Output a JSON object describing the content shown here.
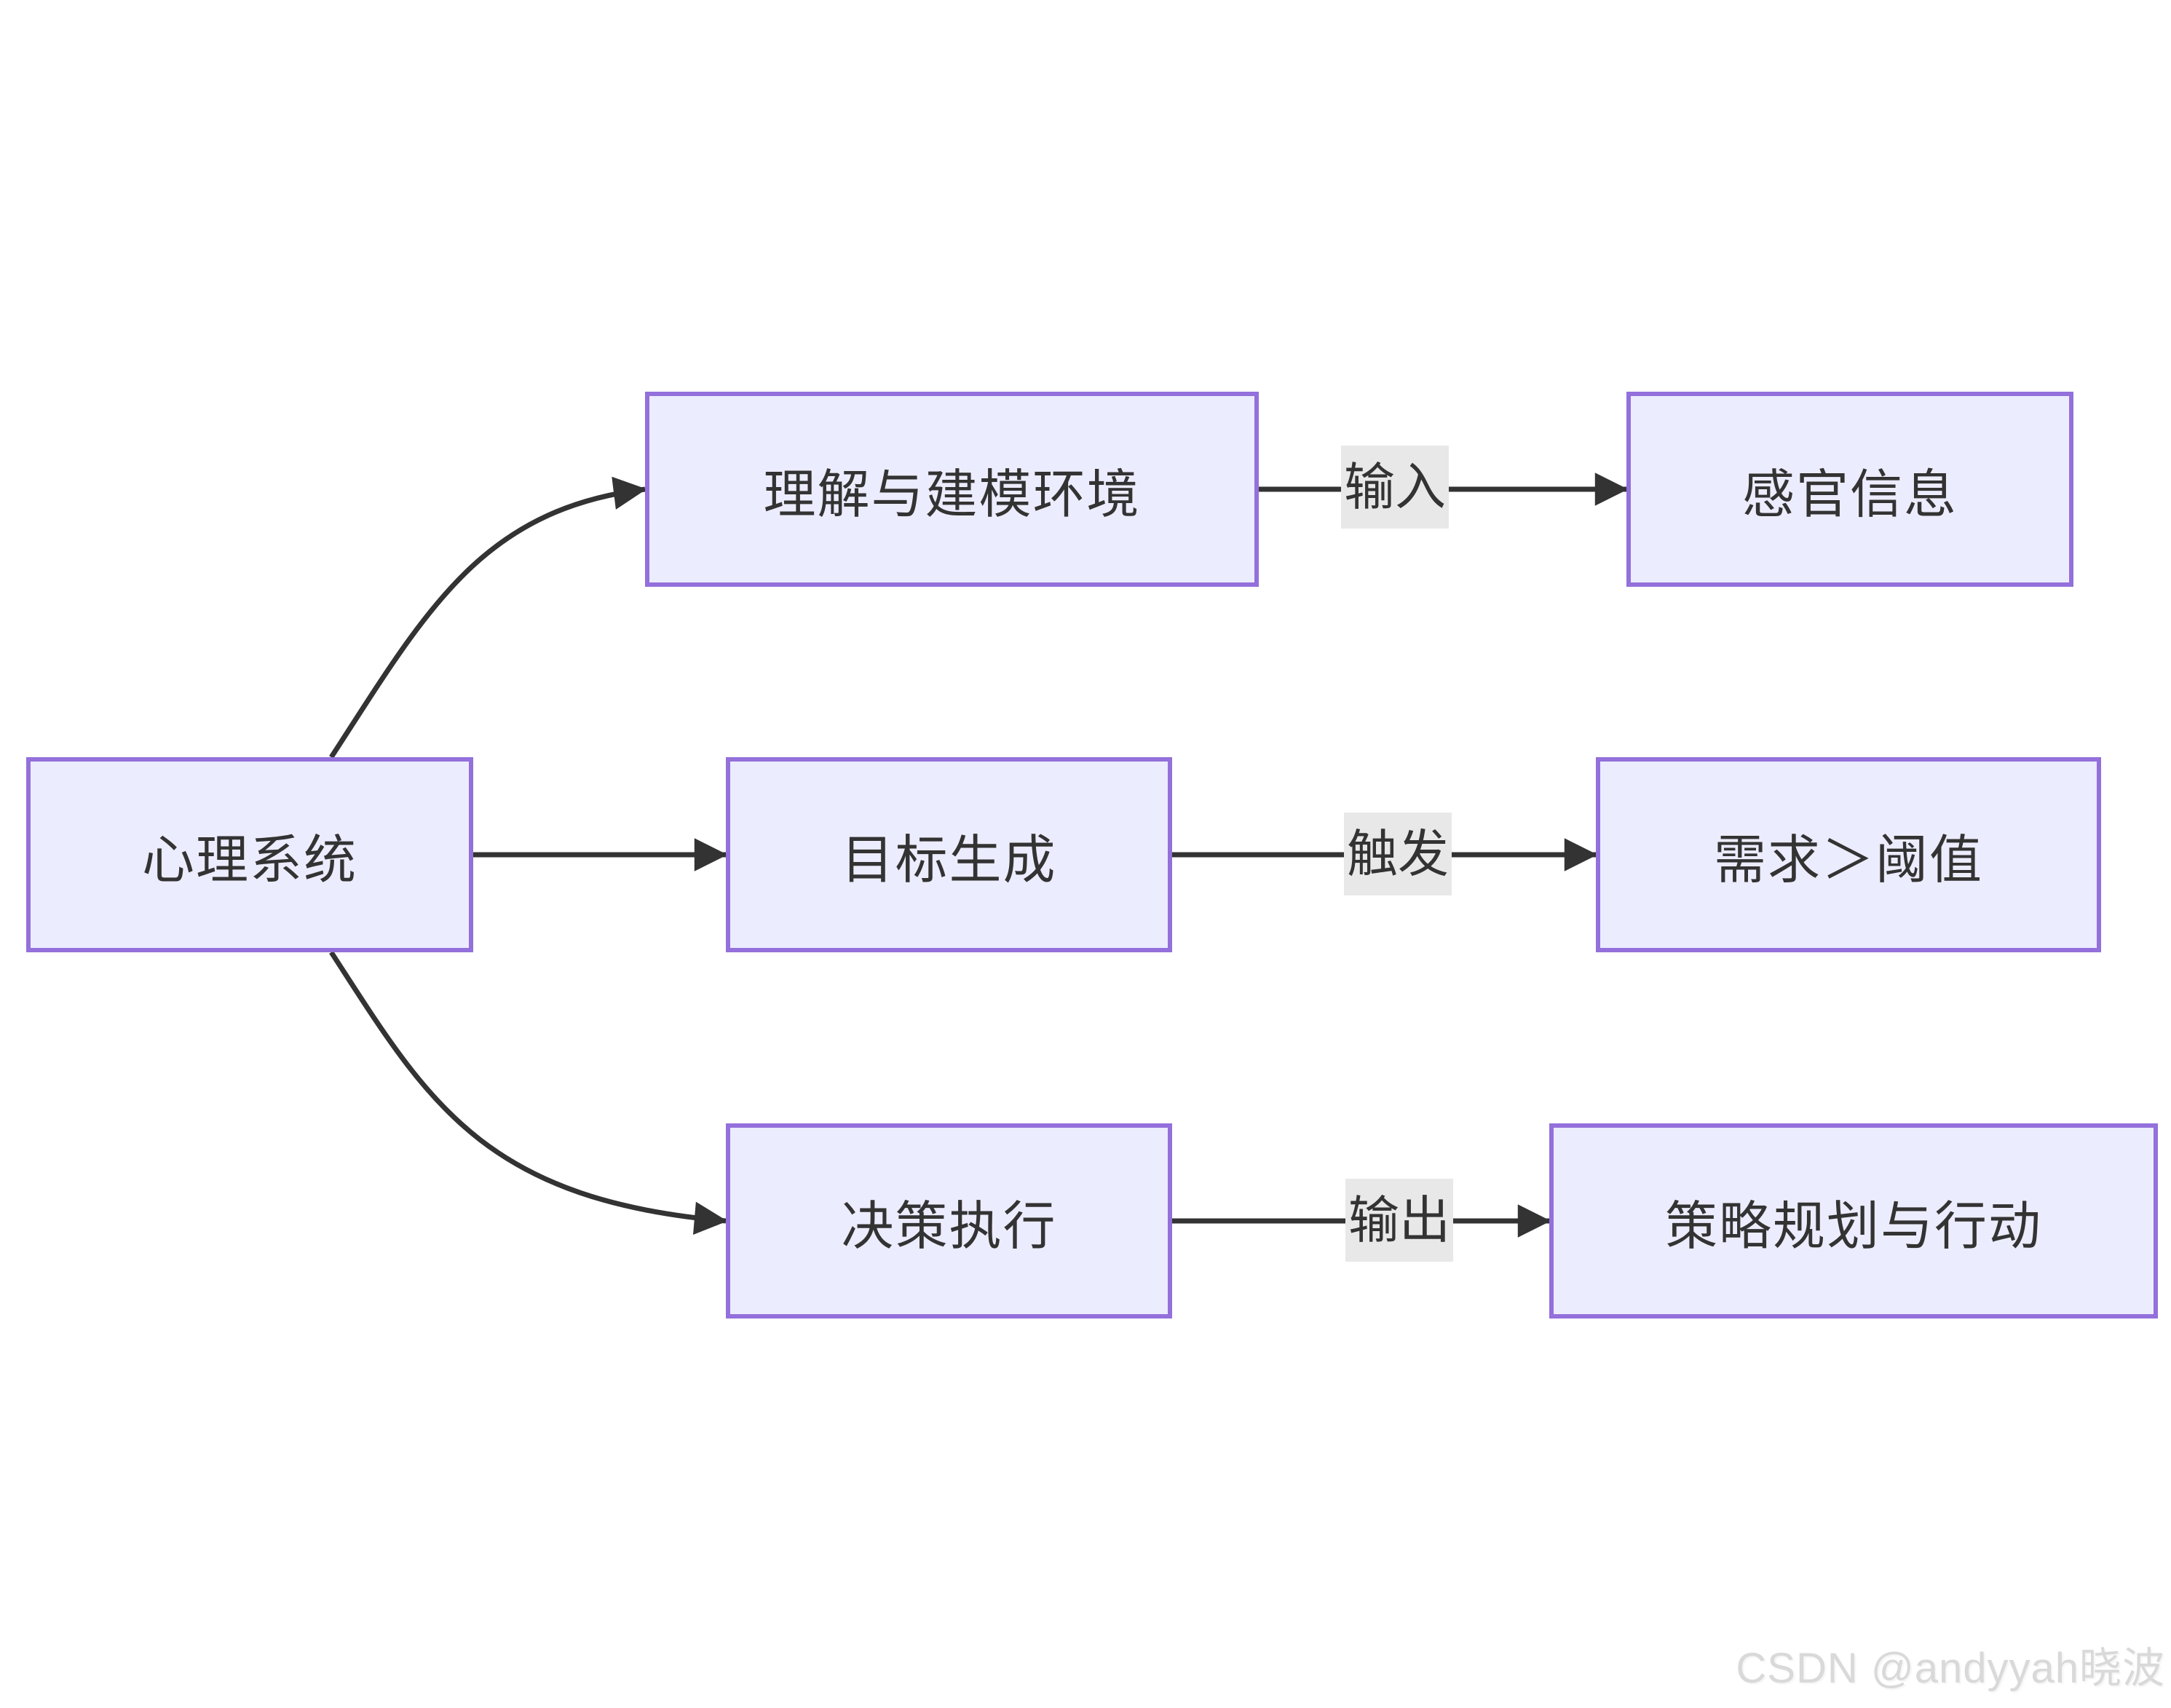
{
  "diagram": {
    "type": "flowchart",
    "direction": "left-to-right",
    "nodes": [
      {
        "id": "A",
        "label": "心理系统"
      },
      {
        "id": "B",
        "label": "理解与建模环境"
      },
      {
        "id": "C",
        "label": "感官信息"
      },
      {
        "id": "D",
        "label": "目标生成"
      },
      {
        "id": "E",
        "label": "需求＞阈值"
      },
      {
        "id": "F",
        "label": "决策执行"
      },
      {
        "id": "G",
        "label": "策略规划与行动"
      }
    ],
    "edges": [
      {
        "from": "心理系统",
        "to": "理解与建模环境",
        "label": ""
      },
      {
        "from": "心理系统",
        "to": "目标生成",
        "label": ""
      },
      {
        "from": "心理系统",
        "to": "决策执行",
        "label": ""
      },
      {
        "from": "理解与建模环境",
        "to": "感官信息",
        "label": "输入"
      },
      {
        "from": "目标生成",
        "to": "需求＞阈值",
        "label": "触发"
      },
      {
        "from": "决策执行",
        "to": "策略规划与行动",
        "label": "输出"
      }
    ],
    "colors": {
      "node_fill": "#ECECFF",
      "node_border": "#9370DB",
      "edge": "#333333",
      "label_bg": "#e8e8e8",
      "text": "#333333",
      "watermark": "#d9d9d9",
      "bg": "#ffffff"
    }
  },
  "watermark": {
    "text": "CSDN @andyyah晓波"
  }
}
